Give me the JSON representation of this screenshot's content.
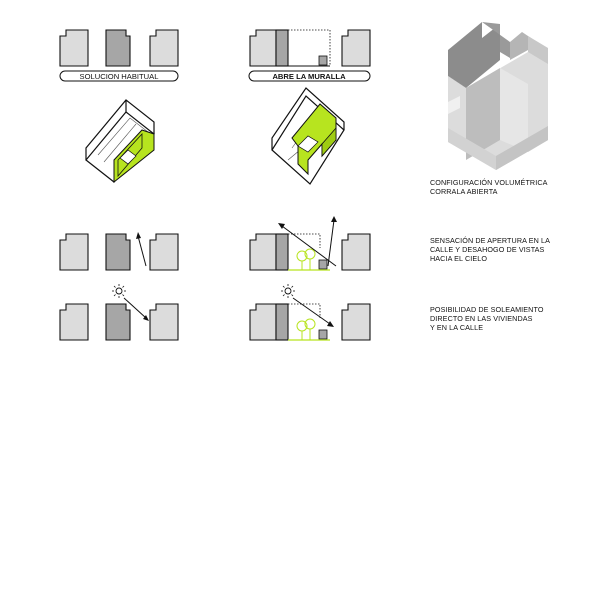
{
  "labels": {
    "solucion_habitual": "SOLUCION HABITUAL",
    "abre_la_muralla": "ABRE LA MURALLA"
  },
  "notes": {
    "configuracion_line1": "CONFIGURACIÓN VOLUMÉTRICA",
    "configuracion_line2": "CORRALA ABIERTA",
    "sensacion_line1": "SENSACIÓN DE APERTURA EN LA",
    "sensacion_line2": "CALLE Y DESAHOGO DE VISTAS",
    "sensacion_line3": "HACIA EL CIELO",
    "posibilidad_line1": "POSIBILIDAD DE SOLEAMIENTO",
    "posibilidad_line2": "DIRECTO EN LAS VIVIENDAS",
    "posibilidad_line3": "Y EN LA CALLE"
  },
  "colors": {
    "light_gray": "#dcdcdc",
    "mid_gray": "#a6a6a6",
    "dark_gray": "#8c8c8c",
    "accent_green": "#b7e41f",
    "line": "#111111"
  }
}
